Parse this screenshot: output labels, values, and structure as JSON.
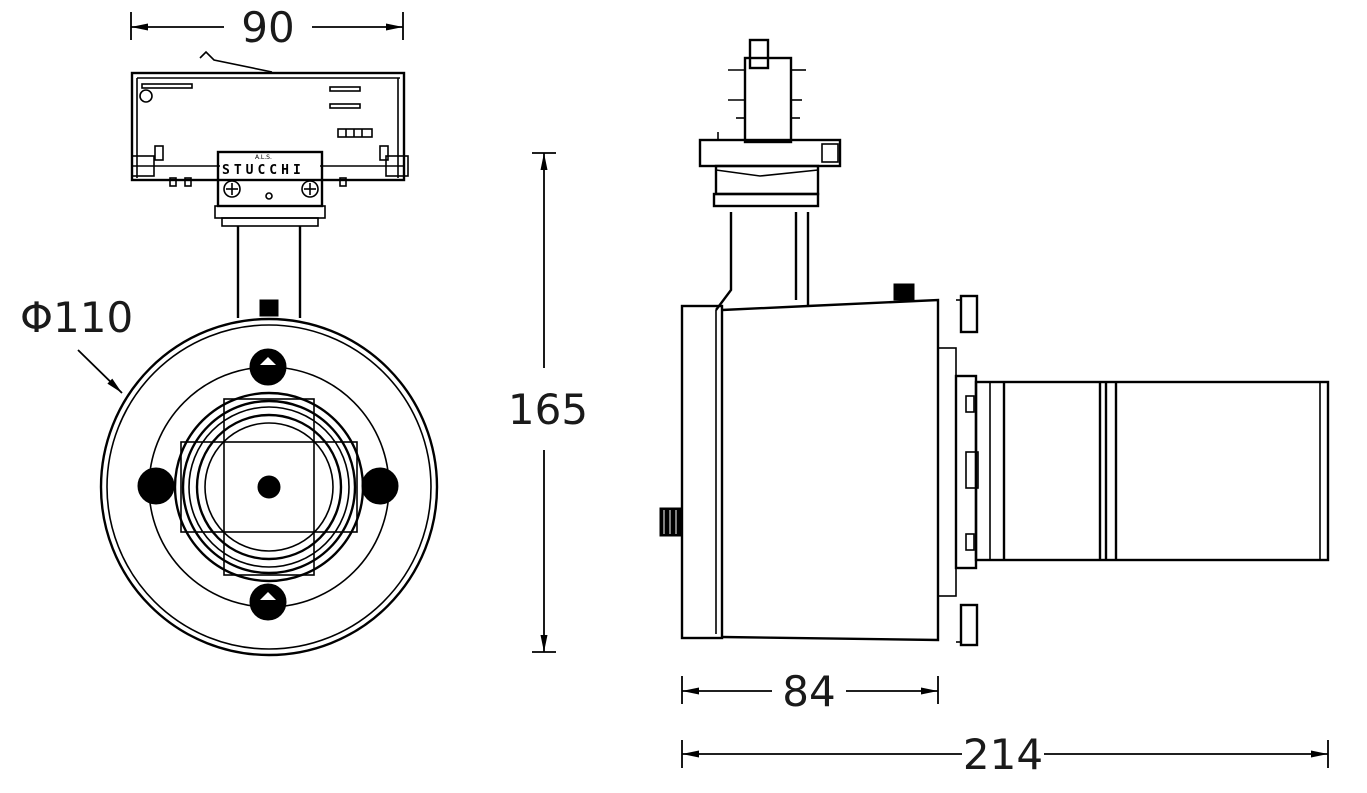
{
  "dimensions": {
    "top_width": "90",
    "diameter": "Φ110",
    "height": "165",
    "body_length": "84",
    "total_length": "214"
  },
  "labels": {
    "brand_top": "A.L.S.",
    "brand": "STUCCHI"
  }
}
